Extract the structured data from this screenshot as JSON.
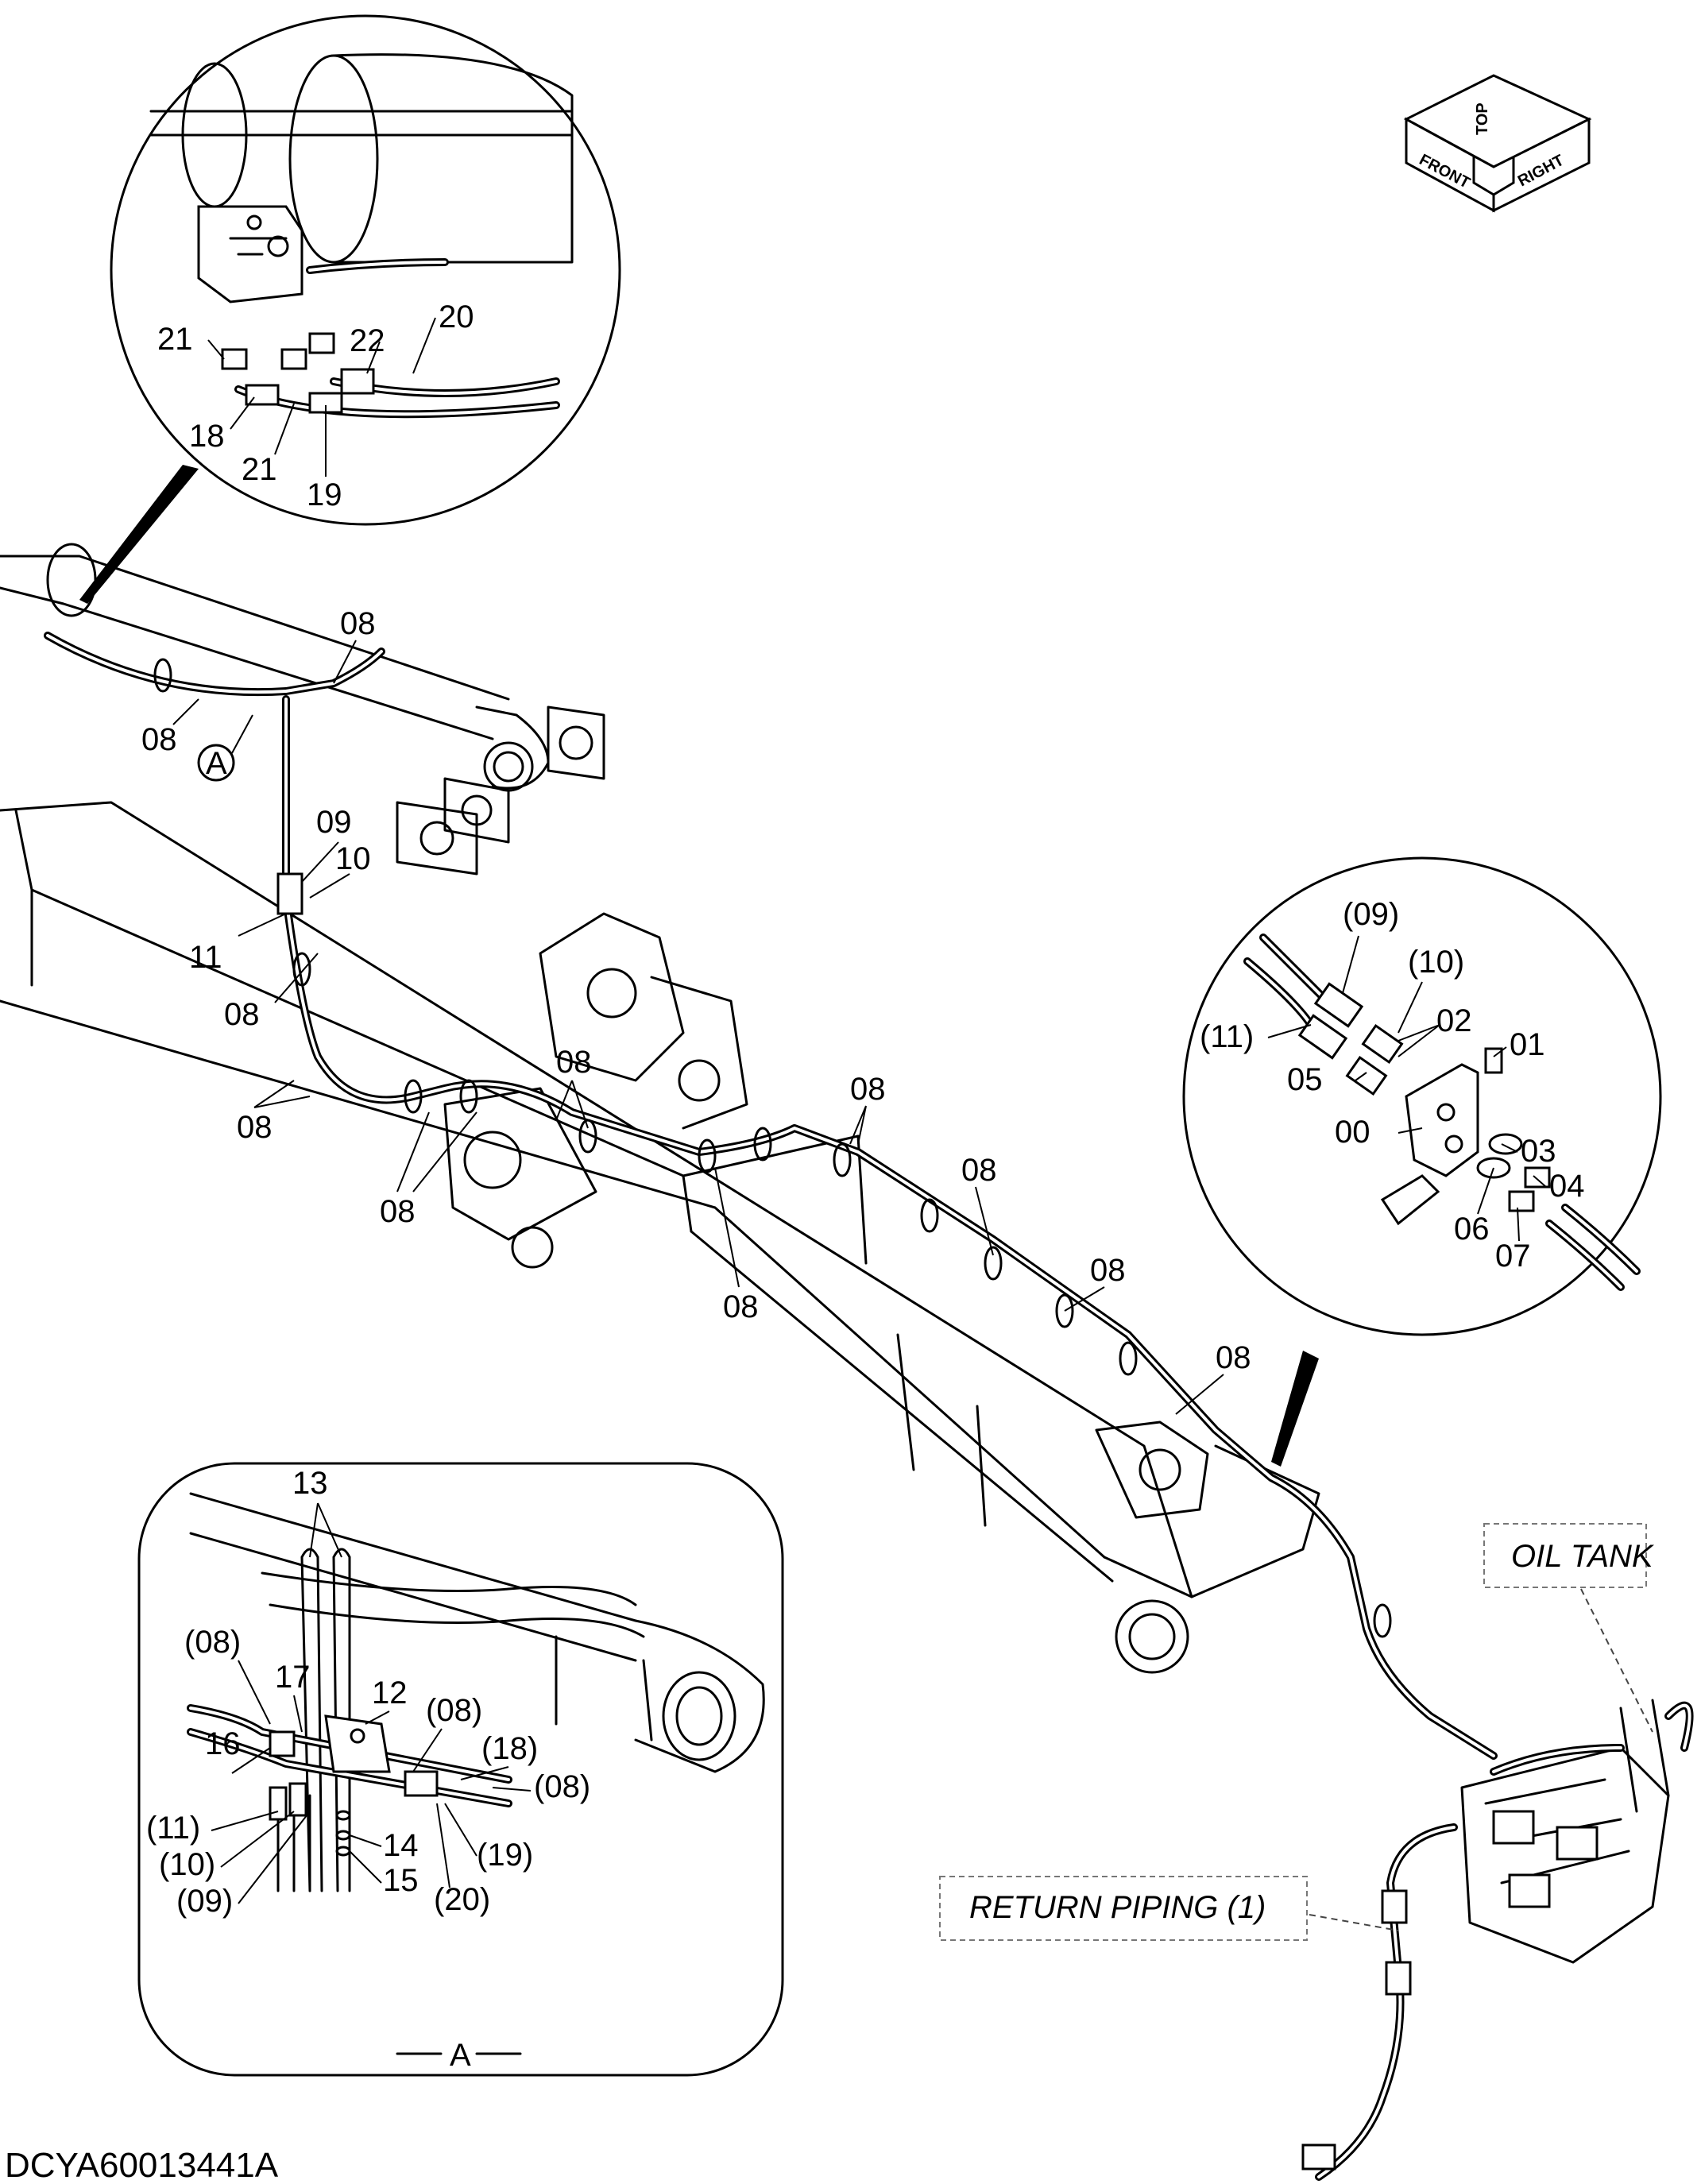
{
  "compass": {
    "front": "FRONT",
    "top": "TOP",
    "right": "RIGHT"
  },
  "notes": {
    "oil_tank": "OIL TANK",
    "return_piping": "RETURN PIPING (1)"
  },
  "view_label": "A",
  "marker_a": "A",
  "drawing_code": "DCYA60013441A",
  "callouts_top": [
    {
      "id": "c-20",
      "text": "20"
    },
    {
      "id": "c-21a",
      "text": "21"
    },
    {
      "id": "c-22",
      "text": "22"
    },
    {
      "id": "c-18",
      "text": "18"
    },
    {
      "id": "c-21b",
      "text": "21"
    },
    {
      "id": "c-19",
      "text": "19"
    }
  ],
  "callouts_main": [
    {
      "id": "m-08a",
      "text": "08"
    },
    {
      "id": "m-08b",
      "text": "08"
    },
    {
      "id": "m-09",
      "text": "09"
    },
    {
      "id": "m-10",
      "text": "10"
    },
    {
      "id": "m-11",
      "text": "11"
    },
    {
      "id": "m-08c",
      "text": "08"
    },
    {
      "id": "m-08d",
      "text": "08"
    },
    {
      "id": "m-08e",
      "text": "08"
    },
    {
      "id": "m-08f",
      "text": "08"
    },
    {
      "id": "m-08g",
      "text": "08"
    },
    {
      "id": "m-08h",
      "text": "08"
    },
    {
      "id": "m-08i",
      "text": "08"
    },
    {
      "id": "m-08j",
      "text": "08"
    },
    {
      "id": "m-08k",
      "text": "08"
    }
  ],
  "callouts_right": [
    {
      "id": "r-09",
      "text": "(09)"
    },
    {
      "id": "r-10",
      "text": "(10)"
    },
    {
      "id": "r-11",
      "text": "(11)"
    },
    {
      "id": "r-02",
      "text": "02"
    },
    {
      "id": "r-01",
      "text": "01"
    },
    {
      "id": "r-05",
      "text": "05"
    },
    {
      "id": "r-00",
      "text": "00"
    },
    {
      "id": "r-03",
      "text": "03"
    },
    {
      "id": "r-04",
      "text": "04"
    },
    {
      "id": "r-06",
      "text": "06"
    },
    {
      "id": "r-07",
      "text": "07"
    }
  ],
  "callouts_detail": [
    {
      "id": "d-13",
      "text": "13"
    },
    {
      "id": "d-08a",
      "text": "(08)"
    },
    {
      "id": "d-17",
      "text": "17"
    },
    {
      "id": "d-12",
      "text": "12"
    },
    {
      "id": "d-08b",
      "text": "(08)"
    },
    {
      "id": "d-16",
      "text": "16"
    },
    {
      "id": "d-18",
      "text": "(18)"
    },
    {
      "id": "d-08c",
      "text": "(08)"
    },
    {
      "id": "d-11",
      "text": "(11)"
    },
    {
      "id": "d-14",
      "text": "14"
    },
    {
      "id": "d-10",
      "text": "(10)"
    },
    {
      "id": "d-19",
      "text": "(19)"
    },
    {
      "id": "d-15",
      "text": "15"
    },
    {
      "id": "d-09",
      "text": "(09)"
    },
    {
      "id": "d-20",
      "text": "(20)"
    }
  ]
}
